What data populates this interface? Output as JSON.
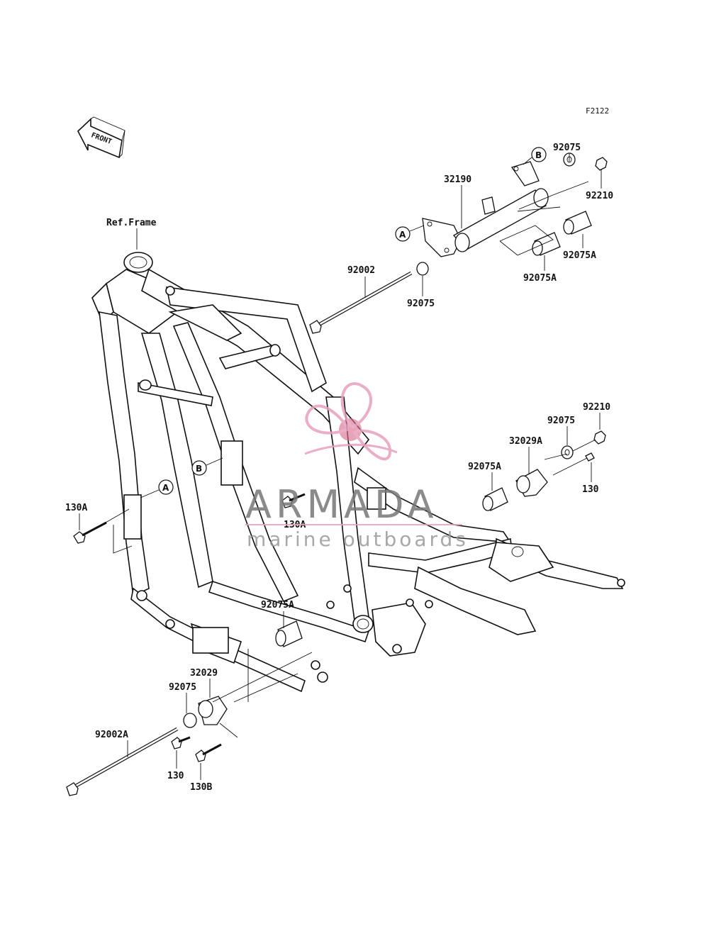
{
  "diagram": {
    "figure_code": "F2122",
    "front_arrow_text": "FRONT",
    "ref_frame_label": "Ref.Frame",
    "callouts": {
      "A": "A",
      "B": "B"
    },
    "parts": {
      "p32190": "32190",
      "p92075_top": "92075",
      "p92210_top": "92210",
      "p92075A_top_right": "92075A",
      "p92075A_top_left": "92075A",
      "p92002": "92002",
      "p92075_mid": "92075",
      "p92210_right": "92210",
      "p92075_right": "92075",
      "p32029A": "32029A",
      "p92075A_right": "92075A",
      "p130_right": "130",
      "p130A_left": "130A",
      "p130A_center": "130A",
      "p92075A_bottom": "92075A",
      "p32029": "32029",
      "p92075_bottom": "92075",
      "p92002A": "92002A",
      "p130_bottom": "130",
      "p130B": "130B"
    },
    "watermark": {
      "brand": "ARMADA",
      "tagline": "marine outboards",
      "color": "#e8a0c0"
    }
  }
}
